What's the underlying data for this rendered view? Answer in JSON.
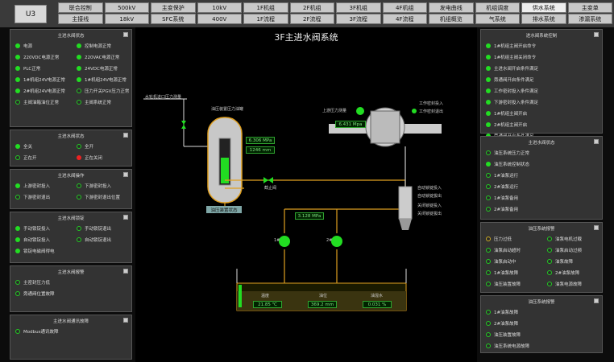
{
  "unit": "U3",
  "nav": [
    [
      "联合控制",
      "500kV",
      "主变保护",
      "10kV",
      "1F机组",
      "2F机组",
      "3F机组",
      "4F机组",
      "发电曲线",
      "机组调度",
      "供水系统",
      "主变单"
    ],
    [
      "主接线",
      "18kV",
      "SFC系统",
      "400V",
      "1F流程",
      "2F流程",
      "3F流程",
      "4F流程",
      "机组概览",
      "气系统",
      "排水系统",
      "渗漏系统"
    ]
  ],
  "active_nav": "供水系统",
  "colors": {
    "panel": "#333333",
    "pipe": "#e0a020",
    "green": "#22dd22",
    "red": "#ee2222"
  },
  "center": {
    "title": "3F主进水阀系统",
    "left_label": "水轮机进口压力测量",
    "tank_label": "油压装置压力油罐",
    "tank_pressure": "6.306 MPa",
    "tank_level": "1246 mm",
    "tank_status": "油压装置状态",
    "pump_pressure": "3.128 MPa",
    "valve_pressure": "6.431 Mpa",
    "valve_label": "上游压力测量",
    "valve_states": [
      "工作密封投入",
      "工作密封退出"
    ],
    "valve_gate_label": "截止阀",
    "cyl_states": [
      "自动锁锭投入",
      "自动锁锭拔出",
      "关闭锁锭投入",
      "关闭锁锭拔出"
    ],
    "pump_a_label": "1#",
    "pump_b_label": "2#",
    "sump_labels": [
      "温度",
      "油位",
      "油混水"
    ],
    "sump_values": [
      "21.85 ℃",
      "369.2 mm",
      "0.031 %"
    ]
  },
  "left_panels": [
    {
      "title": "主进水阀状态",
      "rows": [
        [
          "电源",
          "green"
        ],
        [
          "控制电源正常",
          "green"
        ],
        [
          "220VDC电源正常",
          "green"
        ],
        [
          "220VAC电源正常",
          "green"
        ],
        [
          "PLC正常",
          "green"
        ],
        [
          "24VDC电源正常",
          "green"
        ],
        [
          "1#机组24V电源正常",
          "green"
        ],
        [
          "1#机组24V电源正常",
          "green"
        ],
        [
          "2#机组24V电源正常",
          "green"
        ],
        [
          "压力开关PGV压力正常",
          "off"
        ],
        [
          "主阀油箱油位正常",
          "off"
        ],
        [
          "主阀系统正常",
          "off"
        ]
      ]
    },
    {
      "title": "主进水阀状态",
      "rows": [
        [
          "全关",
          "green"
        ],
        [
          "全开",
          "off"
        ],
        [
          "正在开",
          "off"
        ],
        [
          "正在关闭",
          "red"
        ]
      ]
    },
    {
      "title": "主进水阀操作",
      "rows": [
        [
          "上游密封投入",
          "green"
        ],
        [
          "下游密封投入",
          "off"
        ],
        [
          "下游密封退出",
          "off"
        ],
        [
          "下游密封退出位置",
          "off"
        ]
      ]
    },
    {
      "title": "主进水阀锁锭",
      "rows": [
        [
          "手动锁锭投入",
          "green"
        ],
        [
          "手动锁锭退出",
          "off"
        ],
        [
          "自动锁锭投入",
          "green"
        ],
        [
          "自动锁锭退出",
          "off"
        ],
        [
          "锁锭电磁阀得电",
          "green"
        ]
      ]
    },
    {
      "title": "主进水阀报警",
      "rows": [
        [
          "主密封压力低",
          "off"
        ],
        [
          "旁通阀位置故障",
          "off"
        ]
      ]
    },
    {
      "title": "主进水阀通讯故障",
      "rows": [
        [
          "Modbus通讯故障",
          "off"
        ]
      ]
    }
  ],
  "right_panels": [
    {
      "title": "进水阀系统控制",
      "rows": [
        [
          "1#机组主阀开启命令",
          "green"
        ],
        [
          "1#机组主阀关闭命令",
          "green"
        ],
        [
          "主进水阀开启条件满足",
          "green"
        ],
        [
          "旁通阀开启条件满足",
          "green"
        ],
        [
          "工作密封投入条件满足",
          "green"
        ],
        [
          "下游密封投入条件满足",
          "green"
        ],
        [
          "1#机组主阀开启",
          "green"
        ],
        [
          "2#机组主阀开启",
          "green"
        ],
        [
          "旁通阀开启条件满足",
          "green"
        ]
      ]
    },
    {
      "title": "主进水阀状态",
      "rows": [
        [
          "油压系统压力正常",
          "off"
        ],
        [
          "油压系统控制状态",
          "green"
        ],
        [
          "1#油泵运行",
          "off"
        ],
        [
          "2#油泵运行",
          "off"
        ],
        [
          "1#油泵备用",
          "off"
        ],
        [
          "2#油泵备用",
          "off"
        ]
      ]
    },
    {
      "title": "油压系统报警",
      "cols": true,
      "rows": [
        [
          "压力过低",
          "yellow"
        ],
        [
          "油泵电机过载",
          "off"
        ],
        [
          "油泵启动超时",
          "off"
        ],
        [
          "油泵启动过频",
          "off"
        ],
        [
          "油泵启动中",
          "off"
        ],
        [
          "油泵故障",
          "off"
        ],
        [
          "1#油泵故障",
          "off"
        ],
        [
          "2#油泵故障",
          "off"
        ],
        [
          "油压装置故障",
          "off"
        ],
        [
          "油泵电源故障",
          "off"
        ]
      ]
    },
    {
      "title": "油压系统报警",
      "rows": [
        [
          "1#油泵故障",
          "off"
        ],
        [
          "2#油泵故障",
          "off"
        ],
        [
          "油压装置故障",
          "off"
        ],
        [
          "油压系统电源故障",
          "off"
        ]
      ]
    }
  ]
}
